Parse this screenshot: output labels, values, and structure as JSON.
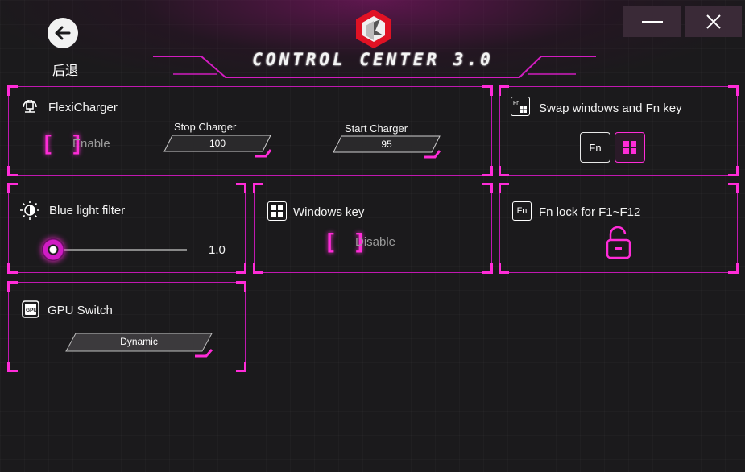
{
  "header": {
    "back_label": "后退",
    "title": "CONTROL CENTER 3.0",
    "minimize_glyph": "—",
    "close_glyph": "✕"
  },
  "flexicharger": {
    "title": "FlexiCharger",
    "enable_label": "Enable",
    "toggle_glyph": "[ ]",
    "stop_label": "Stop Charger",
    "stop_value": "100",
    "start_label": "Start Charger",
    "start_value": "95"
  },
  "swap": {
    "title": "Swap windows and Fn key",
    "fn_key_label": "Fn"
  },
  "bluelight": {
    "title": "Blue light filter",
    "value_text": "1.0",
    "level": 1.0
  },
  "windows_key": {
    "title": "Windows key",
    "toggle_glyph": "[ ]",
    "disable_label": "Disable"
  },
  "fnlock": {
    "title": "Fn lock for F1~F12",
    "fn_badge": "Fn"
  },
  "gpu": {
    "title": "GPU Switch",
    "mode": "Dynamic"
  },
  "colors": {
    "accent": "#ff2cd8",
    "panel_border": "#c018b0",
    "background": "#1b1a1c"
  }
}
